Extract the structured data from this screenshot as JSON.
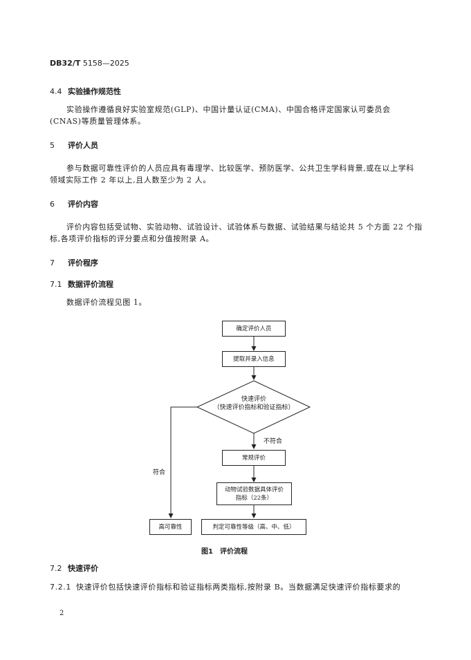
{
  "header": {
    "std_prefix": "DB32/T",
    "std_number": "5158—2025"
  },
  "sections": {
    "s44": {
      "num": "4.4",
      "title": "实验操作规范性",
      "line1": "实验操作遵循良好实验室规范(GLP)、中国计量认证(CMA)、中国合格评定国家认可委员会",
      "line2": "(CNAS)等质量管理体系。"
    },
    "s5": {
      "num": "5",
      "title": "评价人员",
      "line1": "参与数据可靠性评价的人员应具有毒理学、比较医学、预防医学、公共卫生学科背景,或在以上学科",
      "line2": "领域实际工作 2 年以上,且人数至少为 2 人。"
    },
    "s6": {
      "num": "6",
      "title": "评价内容",
      "line1": "评价内容包括受试物、实验动物、试验设计、试验体系与数据、试验结果与结论共 5 个方面 22 个指",
      "line2": "标,各项评价指标的评分要点和分值按附录 A。"
    },
    "s7": {
      "num": "7",
      "title": "评价程序"
    },
    "s71": {
      "num": "7.1",
      "title": "数据评价流程",
      "line1": "数据评价流程见图 1。"
    },
    "s72": {
      "num": "7.2",
      "title": "快速评价"
    },
    "s721": {
      "num": "7.2.1",
      "text": "快速评价包括快速评价指标和验证指标两类指标,按附录 B。当数据满足快速评价指标要求的"
    }
  },
  "flowchart": {
    "step1": "确定评价人员",
    "step2": "提取并录入信息",
    "decision_line1": "快速评价",
    "decision_line2": "（快速评价指标和验证指标）",
    "no_label": "不符合",
    "yes_label": "符合",
    "step3": "常规评价",
    "step4_line1": "动物试验数据具体评价",
    "step4_line2": "指标（22条）",
    "result_high": "高可靠性",
    "result_grade": "判定可靠性等级（高、中、低）"
  },
  "figure_caption": "图1　评价流程",
  "page_number": "2"
}
